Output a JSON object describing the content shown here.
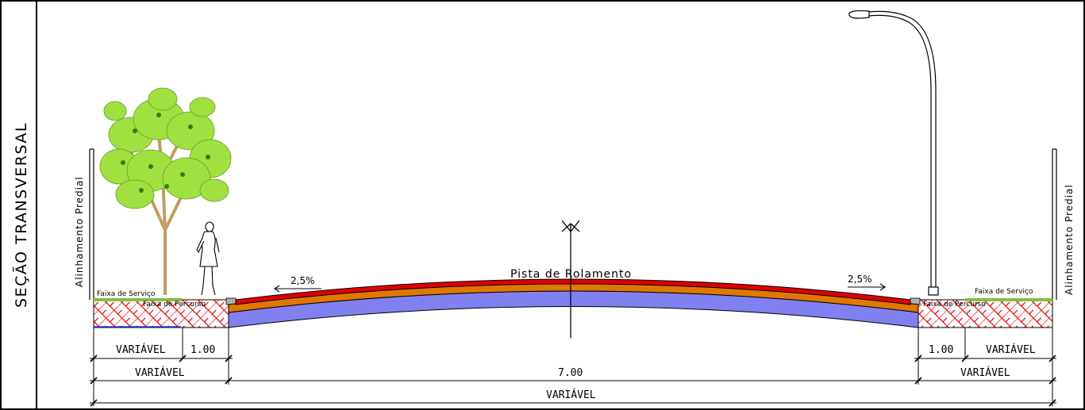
{
  "title": "SEÇÃO TRANSVERSAL",
  "labels": {
    "alinhamento_left": "Alinhamento Predial",
    "alinhamento_right": "Alinhamento Predial",
    "faixa_servico_left": "Faixa de Serviço",
    "faixa_servico_right": "Faixa de Serviço",
    "faixa_percurso_left": "Faixa de Percurso",
    "faixa_percurso_right": "Faixa de Percurso",
    "pista": "Pista de Rolamento",
    "slope_left": "2,5%",
    "slope_right": "2,5%"
  },
  "dimensions": {
    "row1_left_variavel": "VARIÁVEL",
    "row1_left_100": "1.00",
    "row1_right_100": "1.00",
    "row1_right_variavel": "VARIÁVEL",
    "row2_left": "VARIÁVEL",
    "row2_center": "7.00",
    "row2_right": "VARIÁVEL",
    "row3_total": "VARIÁVEL"
  },
  "colors": {
    "asphalt_top": "#e00000",
    "base_layer": "#e07800",
    "subbase_layer": "#8080f0",
    "hatch": "#e00000",
    "grass": "#80c040",
    "tree_leaves": "#a0e040",
    "tree_trunk": "#c0a060"
  }
}
